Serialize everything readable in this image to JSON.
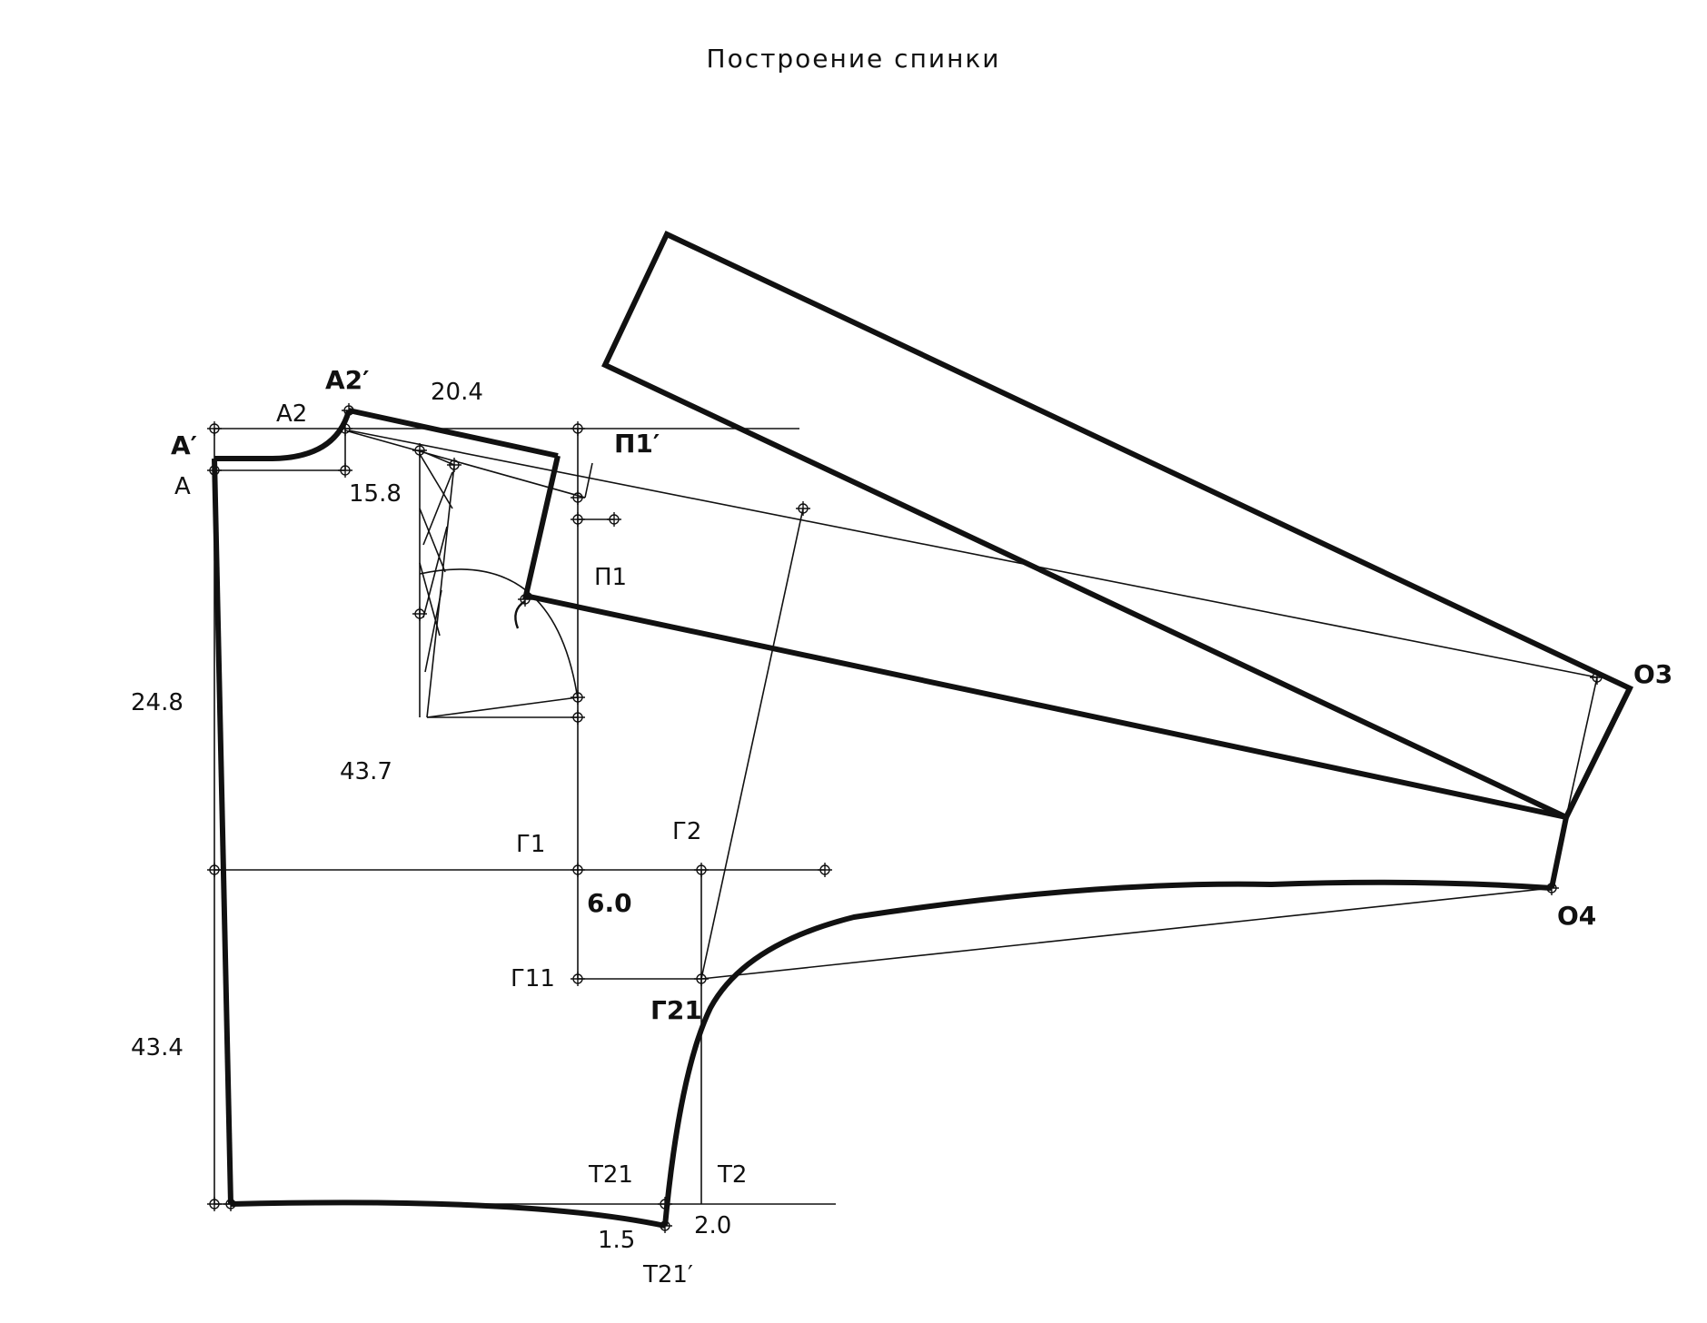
{
  "title": "Построение спинки",
  "labels": {
    "a2_prime": "A2′",
    "a2": "A2",
    "a_prime": "A′",
    "a": "A",
    "p1_prime": "П1′",
    "p1": "П1",
    "g1": "Г1",
    "g2": "Г2",
    "g11": "Г11",
    "g21": "Г21",
    "t21": "Т21",
    "t2": "Т2",
    "t21_prime": "Т21′",
    "o3": "О3",
    "o4": "О4"
  },
  "dimensions": {
    "d_20_4": "20.4",
    "d_15_8": "15.8",
    "d_24_8": "24.8",
    "d_43_7": "43.7",
    "d_6_0": "6.0",
    "d_43_4": "43.4",
    "d_1_5": "1.5",
    "d_2_0": "2.0"
  }
}
